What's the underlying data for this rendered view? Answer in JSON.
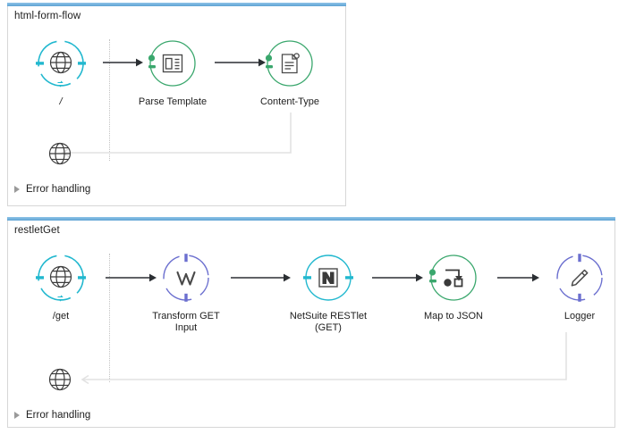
{
  "canvas": {
    "background": "#ffffff",
    "accent_blue": "#5ea3d4",
    "border_gray": "#d7d7d7",
    "connector_gray": "#e2e2e2",
    "arrow_dark": "#2b2f33",
    "cyan": "#22b8cf",
    "green": "#3aa76d",
    "purple": "#6b6fcf",
    "globe_dark": "#3a3a3a"
  },
  "flows": [
    {
      "id": "flow-html-form-flow",
      "title": "html-form-flow",
      "error_handling": {
        "label": "Error handling",
        "expanded": false,
        "toggle_icon": "triangle-right-icon"
      },
      "source": {
        "name": "http-listener",
        "label": "/",
        "icon": "globe-icon",
        "style": "cyan-dashed",
        "label_italic": true
      },
      "nodes": [
        {
          "name": "parse-template",
          "label": "Parse Template",
          "icon": "parse-template-icon",
          "style": "green"
        },
        {
          "name": "content-type",
          "label": "Content-Type",
          "icon": "document-properties-icon",
          "style": "green"
        }
      ],
      "response": {
        "name": "http-response",
        "icon": "globe-icon",
        "style": "dark"
      }
    },
    {
      "id": "flow-restletGet",
      "title": "restletGet",
      "error_handling": {
        "label": "Error handling",
        "expanded": false,
        "toggle_icon": "triangle-right-icon"
      },
      "source": {
        "name": "http-listener",
        "label": "/get",
        "icon": "globe-icon",
        "style": "cyan-dashed",
        "label_italic": false
      },
      "nodes": [
        {
          "name": "transform-get-input",
          "label": "Transform GET\nInput",
          "icon": "transform-icon",
          "style": "purple-dashed"
        },
        {
          "name": "netsuite-restlet-get",
          "label": "NetSuite RESTlet\n(GET)",
          "icon": "netsuite-icon",
          "style": "cyan"
        },
        {
          "name": "map-to-json",
          "label": "Map to JSON",
          "icon": "map-object-icon",
          "style": "green"
        },
        {
          "name": "logger",
          "label": "Logger",
          "icon": "pencil-icon",
          "style": "purple-dashed"
        }
      ],
      "response": {
        "name": "http-response",
        "icon": "globe-icon",
        "style": "dark"
      }
    }
  ]
}
